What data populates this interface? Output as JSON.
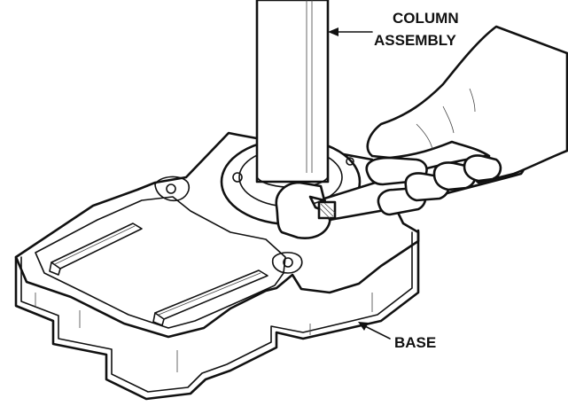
{
  "labels": {
    "column": [
      "COLUMN",
      "ASSEMBLY"
    ],
    "base": "BASE"
  }
}
